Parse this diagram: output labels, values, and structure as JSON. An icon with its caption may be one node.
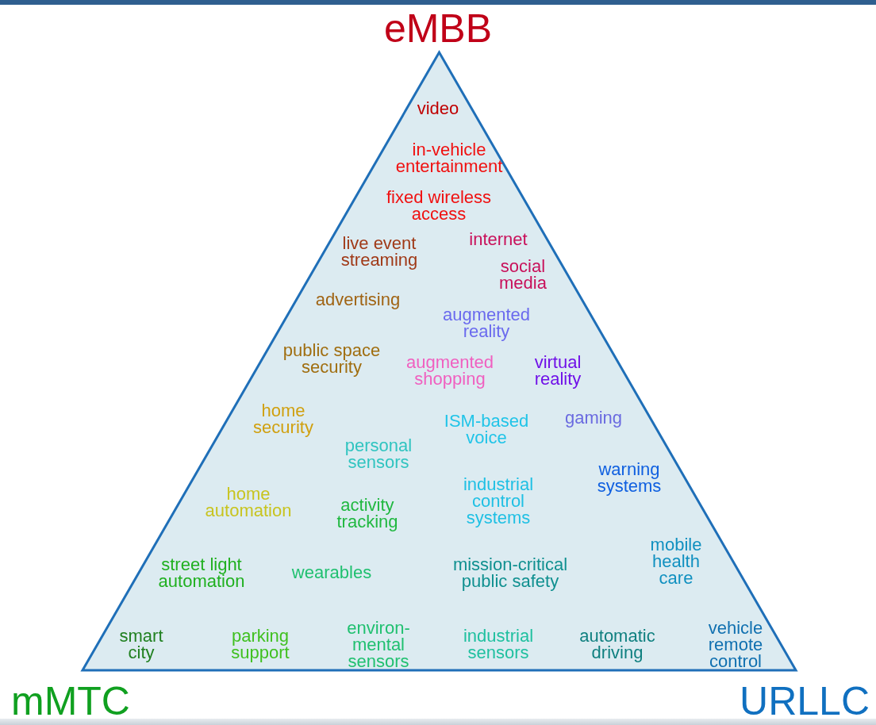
{
  "diagram": {
    "nodes": [
      {
        "text": [
          "video",
          "in-vehicle entertainment",
          "fixed wireless access",
          "live event streaming",
          "internet",
          "social media",
          "advertising",
          "augmented reality",
          "public space security",
          "augmented shopping",
          "virtual reality",
          "home security",
          "ISM-based voice",
          "gaming",
          "personal sensors",
          "warning systems",
          "home automation",
          "activity tracking",
          "industrial control systems",
          "mobile health care",
          "street light automation",
          "wearables",
          "mission-critical public safety",
          "smart city",
          "parking support",
          "environ- mental sensors",
          "industrial sensors",
          "automatic driving",
          "vehicle remote control"
        ]
      }
    ],
    "labels": [
      "eMBB",
      "mMTC",
      "URLLC"
    ]
  }
}
